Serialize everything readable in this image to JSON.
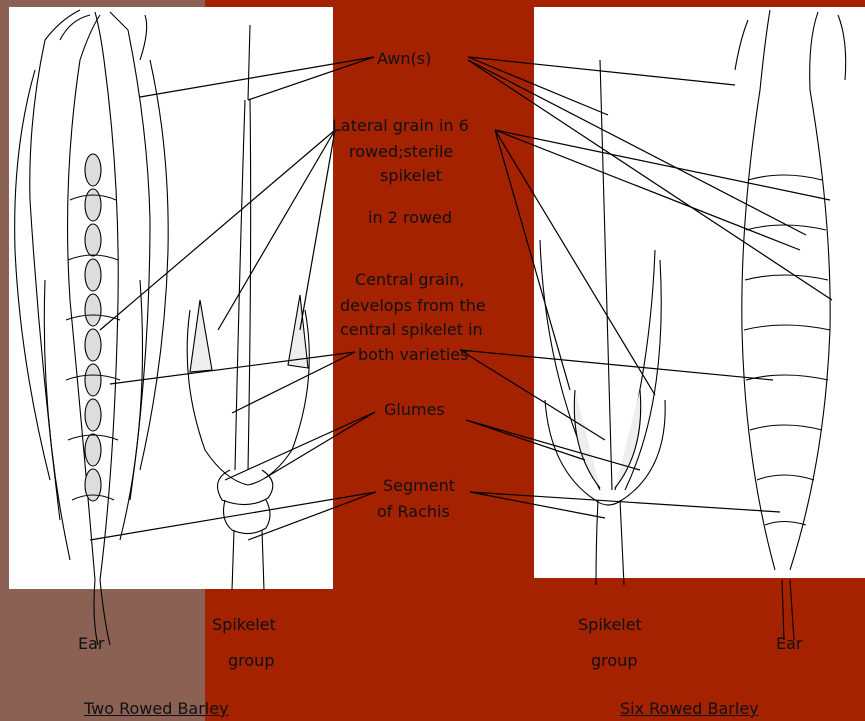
{
  "labels": {
    "awns": "Awn(s)",
    "lateral_1": "Lateral grain in 6",
    "lateral_2": "rowed;sterile",
    "lateral_3": "spikelet",
    "lateral_4": "in 2 rowed",
    "central_1": "Central grain,",
    "central_2": "develops from the",
    "central_3": "central spikelet in",
    "central_4": "both varieties",
    "glumes": "Glumes",
    "segment_1": "Segment",
    "segment_2": "of Rachis"
  },
  "left": {
    "ear": "Ear",
    "spikelet_1": "Spikelet",
    "spikelet_2": "group",
    "caption": "Two Rowed Barley"
  },
  "right": {
    "spikelet_1": "Spikelet",
    "spikelet_2": "group",
    "ear": "Ear",
    "caption": "Six Rowed Barley"
  },
  "colors": {
    "background": "#a52200",
    "left_strip": "#8b6154",
    "panel": "#ffffff",
    "line": "#000000"
  }
}
